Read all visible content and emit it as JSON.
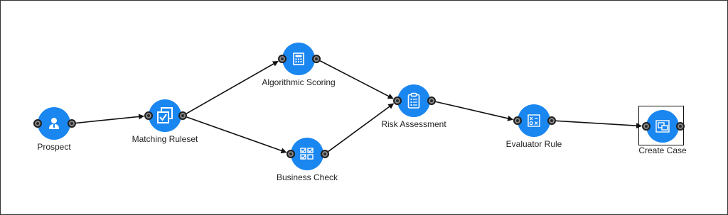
{
  "colors": {
    "node": "#1a86f0",
    "edge": "#111111",
    "port": "#2b2b2b"
  },
  "nodes": [
    {
      "id": "prospect",
      "label": "Prospect",
      "icon": "person-icon"
    },
    {
      "id": "matching",
      "label": "Matching Ruleset",
      "icon": "ruleset-icon"
    },
    {
      "id": "algo",
      "label": "Algorithmic Scoring",
      "icon": "calculator-icon"
    },
    {
      "id": "business",
      "label": "Business Check",
      "icon": "checklist-icon"
    },
    {
      "id": "risk",
      "label": "Risk Assessment",
      "icon": "clipboard-icon"
    },
    {
      "id": "evaluator",
      "label": "Evaluator Rule",
      "icon": "evaluator-icon"
    },
    {
      "id": "case",
      "label": "Create Case",
      "icon": "case-icon",
      "selected": true
    }
  ],
  "edges": [
    {
      "from": "prospect",
      "to": "matching"
    },
    {
      "from": "matching",
      "to": "algo"
    },
    {
      "from": "matching",
      "to": "business"
    },
    {
      "from": "algo",
      "to": "risk"
    },
    {
      "from": "business",
      "to": "risk"
    },
    {
      "from": "risk",
      "to": "evaluator"
    },
    {
      "from": "evaluator",
      "to": "case"
    }
  ]
}
